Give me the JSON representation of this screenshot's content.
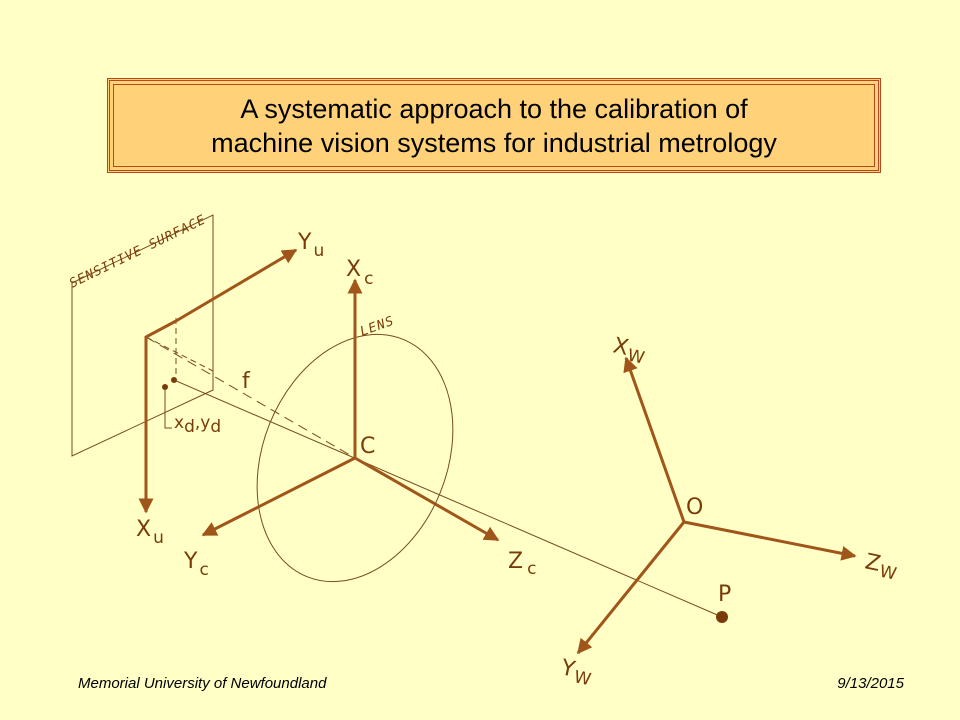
{
  "title": {
    "line1": "A systematic approach to the calibration of",
    "line2": "machine vision systems for industrial metrology"
  },
  "footer": {
    "left": "Memorial University of Newfoundland",
    "right": "9/13/2015"
  },
  "diagram": {
    "sensitive_surface_label": "SENSITIVE SURFACE",
    "lens_label": "LENS",
    "focal_label": "f",
    "image_point_label": "x",
    "image_point_sub": "d",
    "image_point_sep": ",y",
    "image_point_sub2": "d",
    "camera": {
      "center": "C",
      "x_axis": "X",
      "x_sub": "c",
      "y_axis": "Y",
      "y_sub": "c",
      "z_axis": "Z",
      "z_sub": "c"
    },
    "image_plane": {
      "x_axis": "X",
      "x_sub": "u",
      "y_axis": "Y",
      "y_sub": "u"
    },
    "world": {
      "origin": "O",
      "x_axis": "X",
      "x_sub": "W",
      "y_axis": "Y",
      "y_sub": "W",
      "z_axis": "Z",
      "z_sub": "W"
    },
    "point": "P",
    "line_color": "#A0561A",
    "thin_color": "#7A4A1E"
  }
}
